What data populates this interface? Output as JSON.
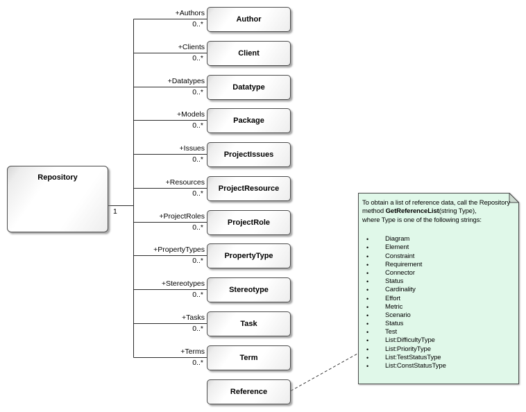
{
  "diagram": {
    "repository": {
      "name": "Repository",
      "multiplicity": "1"
    },
    "classes": [
      {
        "name": "Author",
        "role": "+Authors",
        "mult": "0..*"
      },
      {
        "name": "Client",
        "role": "+Clients",
        "mult": "0..*"
      },
      {
        "name": "Datatype",
        "role": "+Datatypes",
        "mult": "0..*"
      },
      {
        "name": "Package",
        "role": "+Models",
        "mult": "0..*"
      },
      {
        "name": "ProjectIssues",
        "role": "+Issues",
        "mult": "0..*"
      },
      {
        "name": "ProjectResource",
        "role": "+Resources",
        "mult": "0..*"
      },
      {
        "name": "ProjectRole",
        "role": "+ProjectRoles",
        "mult": "0..*"
      },
      {
        "name": "PropertyType",
        "role": "+PropertyTypes",
        "mult": "0..*"
      },
      {
        "name": "Stereotype",
        "role": "+Stereotypes",
        "mult": "0..*"
      },
      {
        "name": "Task",
        "role": "+Tasks",
        "mult": "0..*"
      },
      {
        "name": "Term",
        "role": "+Terms",
        "mult": "0..*"
      },
      {
        "name": "Reference",
        "role": "",
        "mult": ""
      }
    ],
    "note": {
      "line1": "To obtain a list of reference data, call the Repository",
      "line2_prefix": "method ",
      "line2_bold": "GetReferenceList",
      "line2_suffix": "(string Type),",
      "line3": "where Type is one of the following strings:",
      "bullet_char": "•",
      "bullets": [
        "Diagram",
        "Element",
        "Constraint",
        "Requirement",
        "Connector",
        "Status",
        "Cardinality",
        "Effort",
        "Metric",
        "Scenario",
        "Status",
        "Test",
        "List:DifficultyType",
        "List:PriorityType",
        "List:TestStatusType",
        "List:ConstStatusType"
      ]
    },
    "colors": {
      "note_fill": "#e0f8e9",
      "note_fold": "#ccd9cf",
      "line": "#2a2a2a",
      "box_border": "#4a4a4a"
    }
  }
}
